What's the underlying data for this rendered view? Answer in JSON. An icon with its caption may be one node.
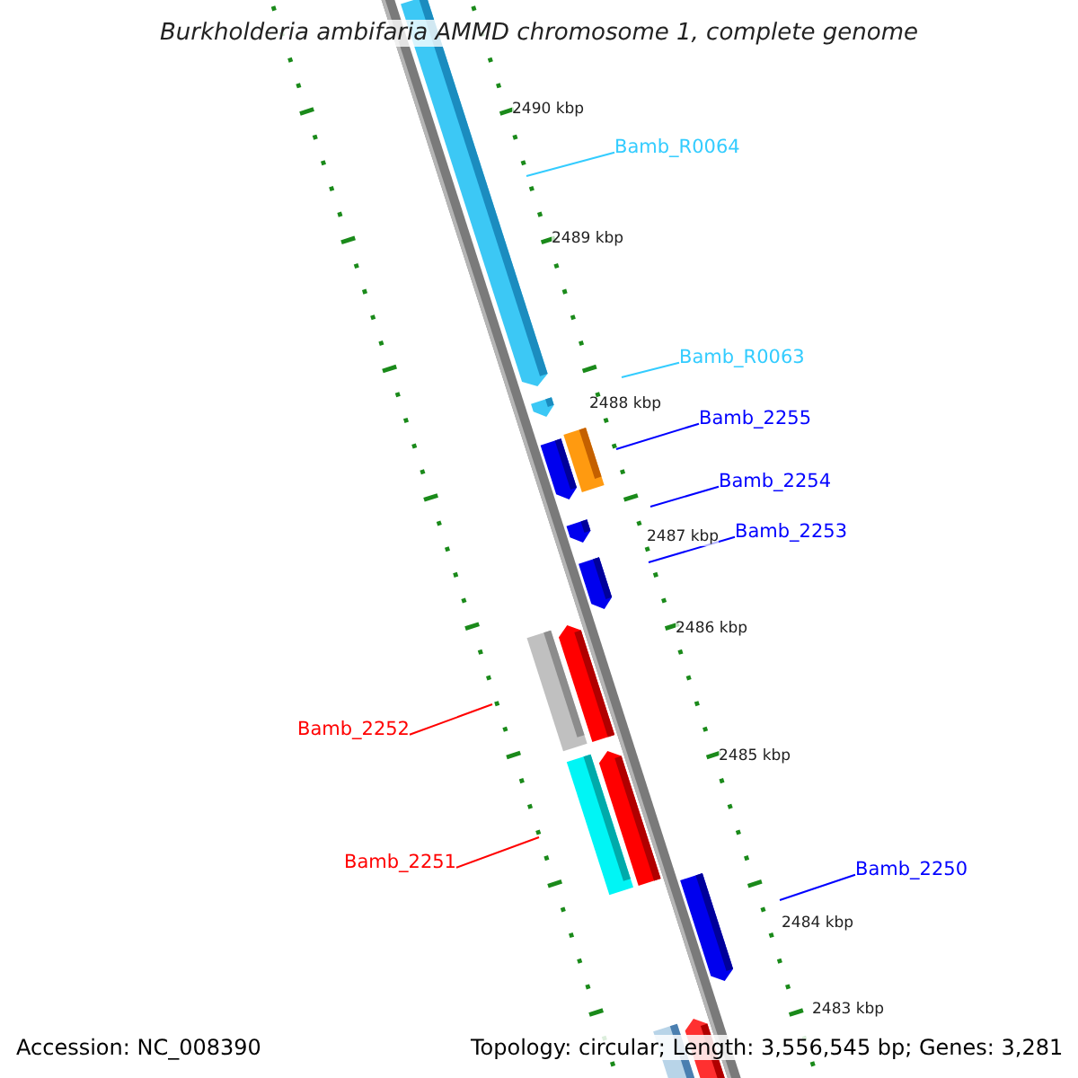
{
  "diagram": {
    "title": "Burkholderia ambifaria AMMD chromosome 1, complete genome",
    "nodes": [
      {
        "text": [
          "Bamb_R0064"
        ]
      },
      {
        "text": [
          "Bamb_R0063"
        ]
      },
      {
        "text": [
          "Bamb_2255"
        ]
      },
      {
        "text": [
          "Bamb_2254"
        ]
      },
      {
        "text": [
          "Bamb_2253"
        ]
      },
      {
        "text": [
          "Bamb_2252"
        ]
      },
      {
        "text": [
          "Bamb_2251"
        ]
      },
      {
        "text": [
          "Bamb_2250"
        ]
      }
    ],
    "edges": [
      {
        "from": 0,
        "to": null,
        "arrow": "none",
        "color": "#33ccff"
      },
      {
        "from": 1,
        "to": null,
        "arrow": "none",
        "color": "#33ccff"
      },
      {
        "from": 2,
        "to": null,
        "arrow": "none"
      },
      {
        "from": 3,
        "to": null,
        "arrow": "none"
      },
      {
        "from": 4,
        "to": null,
        "arrow": "none"
      },
      {
        "from": 5,
        "to": null,
        "arrow": "none",
        "color": "#ff0000"
      },
      {
        "from": 6,
        "to": null,
        "arrow": "none",
        "color": "#ff0000"
      },
      {
        "from": 7,
        "to": null,
        "arrow": "none"
      }
    ],
    "labels": [
      "2490 kbp",
      "2489 kbp",
      "2488 kbp",
      "2487 kbp",
      "2486 kbp",
      "2485 kbp",
      "2484 kbp",
      "2483 kbp",
      "Accession: NC_008390",
      "Topology: circular; Length: 3,556,545 bp; Genes: 3,281"
    ]
  }
}
